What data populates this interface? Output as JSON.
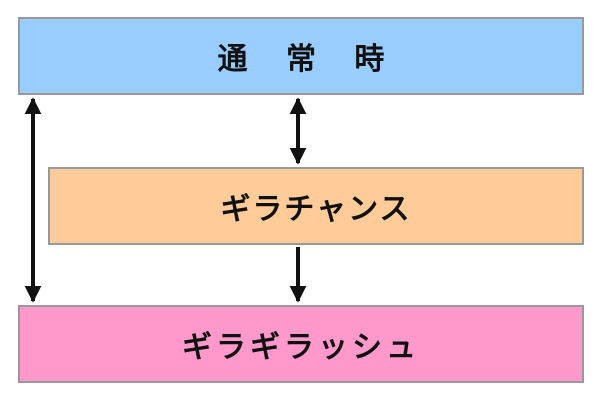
{
  "nodes": {
    "normal": {
      "label": "通 常 時",
      "color": "#99ccff"
    },
    "chance": {
      "label": "ギラチャンス",
      "color": "#ffcc99"
    },
    "rush": {
      "label": "ギラギラッシュ",
      "color": "#ff99cc"
    }
  },
  "edges": [
    {
      "from": "normal",
      "to": "rush",
      "direction": "bidirectional"
    },
    {
      "from": "normal",
      "to": "chance",
      "direction": "bidirectional"
    },
    {
      "from": "chance",
      "to": "rush",
      "direction": "forward"
    }
  ],
  "colors": {
    "border": "#999999",
    "arrow": "#111111",
    "text": "#111111"
  }
}
